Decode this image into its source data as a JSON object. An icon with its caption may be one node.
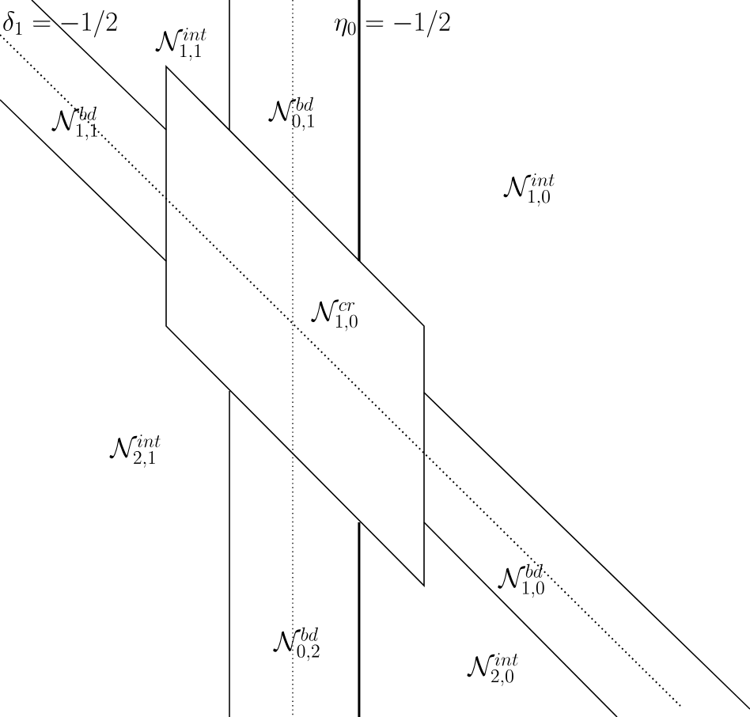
{
  "diagram": {
    "labels": [
      "\\delta_1 = -1/2",
      "\\eta_0 = -1/2",
      "\\mathcal{N}_{1,1}^{int}",
      "\\mathcal{N}_{1,1}^{bd}",
      "\\mathcal{N}_{0,1}^{bd}",
      "\\mathcal{N}_{1,0}^{int}",
      "\\mathcal{N}_{1,0}^{cr}",
      "\\mathcal{N}_{2,1}^{int}",
      "\\mathcal{N}_{1,0}^{bd}",
      "\\mathcal{N}_{0,2}^{bd}",
      "\\mathcal{N}_{2,0}^{int}"
    ]
  }
}
